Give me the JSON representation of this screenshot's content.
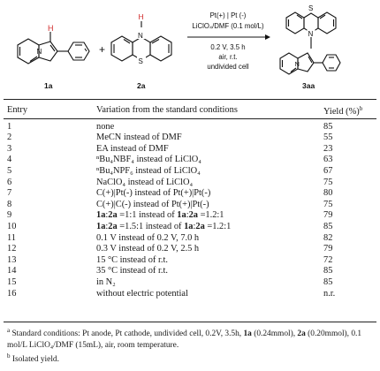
{
  "scheme": {
    "compound_1a": "1a",
    "compound_2a": "2a",
    "product": "3aa",
    "plus": "+",
    "arrow_above_1": "Pt(+) | Pt (-)",
    "arrow_above_2": "LiClO₄/DMF (0.1 mol/L)",
    "arrow_below_1": "0.2 V, 3.5 h",
    "arrow_below_2": "air, r.t.",
    "arrow_below_3": "undivided cell",
    "h_label": "H",
    "n_label": "N",
    "s_label": "S",
    "colors": {
      "h_red": "#d22d2d",
      "bond": "#111111"
    }
  },
  "table": {
    "headers": {
      "entry": "Entry",
      "variation": "Variation from the standard conditions",
      "yield": "Yield (%)",
      "yield_sup": "b"
    },
    "rows": [
      {
        "entry": "1",
        "variation": "none",
        "yield": "85"
      },
      {
        "entry": "2",
        "variation": "MeCN instead of DMF",
        "yield": "55"
      },
      {
        "entry": "3",
        "variation": "EA instead of DMF",
        "yield": "23"
      },
      {
        "entry": "4",
        "variation": "ⁿBu₄NBF₄ instead of LiClO₄",
        "yield": "63"
      },
      {
        "entry": "5",
        "variation": "ⁿBu₄NPF₆ instead of LiClO₄",
        "yield": "67"
      },
      {
        "entry": "6",
        "variation": "NaClO₄ instead of LiClO₄",
        "yield": "75"
      },
      {
        "entry": "7",
        "variation": "C(+)|Pt(-) instead of Pt(+)|Pt(-)",
        "yield": "80"
      },
      {
        "entry": "8",
        "variation": "C(+)|C(-) instead of Pt(+)|Pt(-)",
        "yield": "75"
      },
      {
        "entry": "9",
        "variation": "1a:2a =1:1 instead of 1a:2a =1.2:1",
        "yield": "79"
      },
      {
        "entry": "10",
        "variation": "1a:2a =1.5:1 instead of 1a:2a =1.2:1",
        "yield": "85"
      },
      {
        "entry": "11",
        "variation": "0.1 V instead of 0.2 V, 7.0 h",
        "yield": "82"
      },
      {
        "entry": "12",
        "variation": "0.3 V instead of 0.2 V, 2.5 h",
        "yield": "79"
      },
      {
        "entry": "13",
        "variation": "15 °C instead of r.t.",
        "yield": "72"
      },
      {
        "entry": "14",
        "variation": "35 °C instead of r.t.",
        "yield": "85"
      },
      {
        "entry": "15",
        "variation": "in N₂",
        "yield": "85"
      },
      {
        "entry": "16",
        "variation": "without electric potential",
        "yield": "n.r."
      }
    ]
  },
  "footnotes": {
    "a_mark": "a",
    "a_text": "Standard conditions: Pt anode, Pt cathode, undivided cell, 0.2V, 3.5h, 1a (0.24mmol), 2a (0.20mmol), 0.1 mol/L LiClO₄/DMF (15mL), air, room temperature.",
    "b_mark": "b",
    "b_text": "Isolated yield."
  }
}
